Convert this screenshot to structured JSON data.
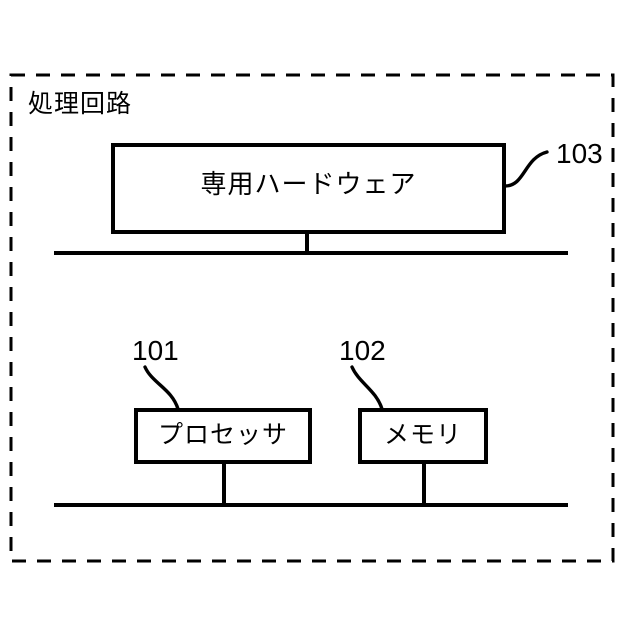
{
  "figure": {
    "title": "処理回路",
    "container_label": "処理回路",
    "blocks": {
      "dedicated_hardware": {
        "label": "専用ハードウェア",
        "ref": "103"
      },
      "processor": {
        "label": "プロセッサ",
        "ref": "101"
      },
      "memory": {
        "label": "メモリ",
        "ref": "102"
      }
    },
    "colors": {
      "line": "#000000",
      "background": "#ffffff",
      "text": "#000000"
    },
    "icons": {
      "container": "dashed-rectangle",
      "bus_upper": "horizontal-bus-line",
      "bus_lower": "horizontal-bus-line",
      "leader_103": "s-curve-leader-line",
      "leader_101": "s-curve-leader-line",
      "leader_102": "s-curve-leader-line"
    }
  }
}
